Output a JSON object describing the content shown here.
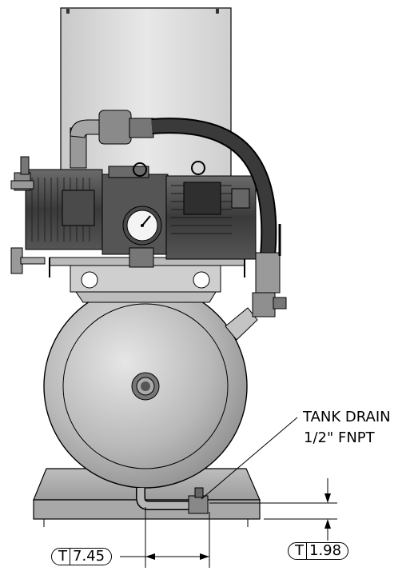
{
  "callout": {
    "line1": "TANK DRAIN",
    "line2": "1/2\" FNPT"
  },
  "dimensions": {
    "left": {
      "symbol": "T",
      "value": "7.45"
    },
    "right": {
      "symbol": "T",
      "value": "1.98"
    }
  },
  "colors": {
    "panel": "#dcdcdc",
    "metal_dark": "#3a3a3a",
    "metal_mid": "#8a8a8a",
    "tank": "#b8b8b8",
    "base": "#c8c8c8",
    "hose": "#2a2a2a"
  }
}
